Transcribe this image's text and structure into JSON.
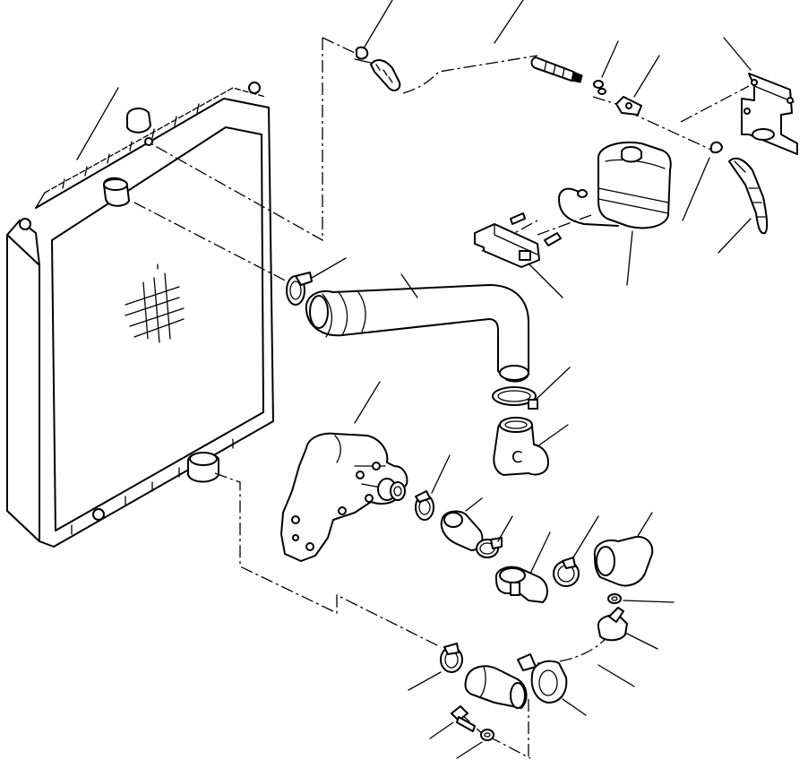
{
  "diagram": {
    "type": "exploded parts diagram",
    "colors": {
      "ink": "#000000",
      "paper": "#ffffff"
    },
    "parts": [
      "radiator",
      "radiator-cap",
      "upper-radiator-hose",
      "hose-clamp",
      "water-outlet-elbow",
      "water-pump",
      "bypass-hose",
      "thermostat-housing",
      "lower-radiator-hose",
      "reservoir-tank",
      "reservoir-bracket",
      "mounting-bracket",
      "overflow-hose",
      "bolt",
      "washer"
    ]
  }
}
